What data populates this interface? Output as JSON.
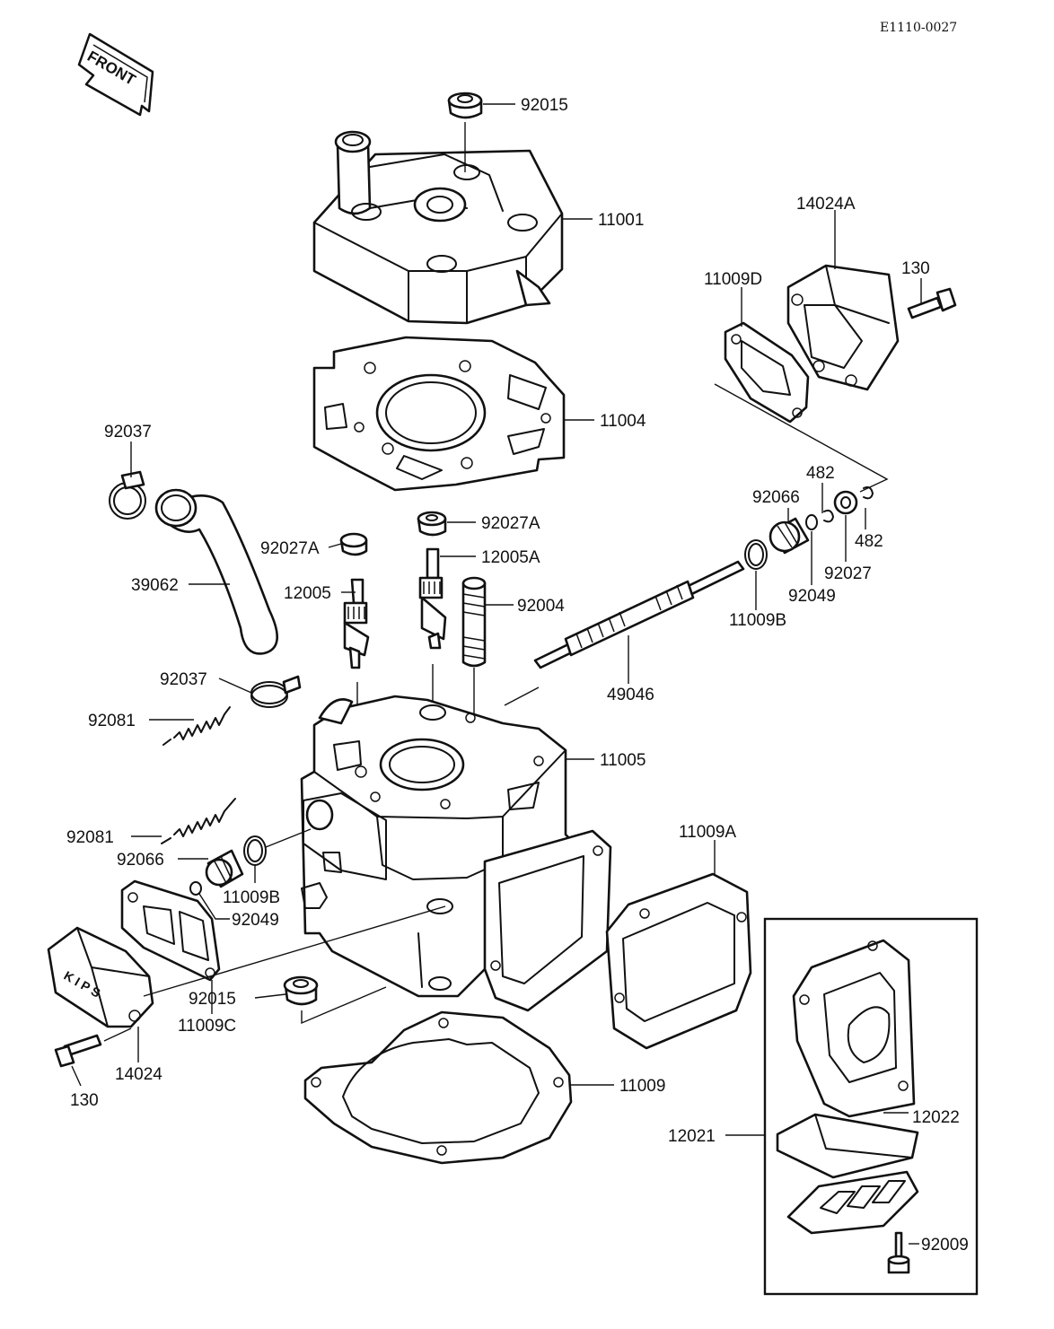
{
  "diagram_code": "E1110-0027",
  "front_label": "FRONT",
  "parts": {
    "p92015_top": "92015",
    "p11001": "11001",
    "p14024A": "14024A",
    "p130_top": "130",
    "p11009D": "11009D",
    "p11004": "11004",
    "p92037_top": "92037",
    "p39062": "39062",
    "p92027A_left": "92027A",
    "p92027A_mid": "92027A",
    "p12005A": "12005A",
    "p12005": "12005",
    "p92004": "92004",
    "p482_top": "482",
    "p92066_right": "92066",
    "p482_bot": "482",
    "p92027": "92027",
    "p92049_right": "92049",
    "p11009B_right": "11009B",
    "p49046": "49046",
    "p92037_bot": "92037",
    "p92081_top": "92081",
    "p11005": "11005",
    "p92081_bot": "92081",
    "p11009A": "11009A",
    "p92066_left": "92066",
    "p11009B_left": "11009B",
    "p92049_left": "92049",
    "p92015_bot": "92015",
    "p11009C": "11009C",
    "p14024": "14024",
    "p130_bot": "130",
    "p11009": "11009",
    "p12021": "12021",
    "p12022": "12022",
    "p92009": "92009"
  }
}
